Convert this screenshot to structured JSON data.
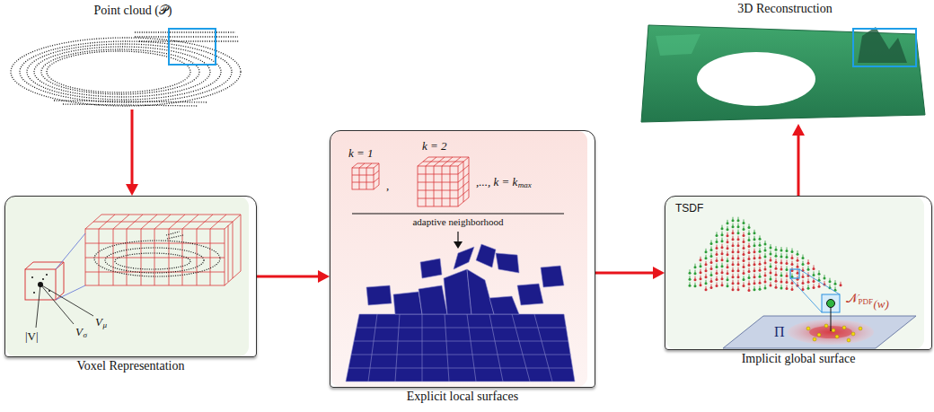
{
  "diagram": {
    "nodes": [
      {
        "text": [
          "Point cloud (𝒫)"
        ]
      },
      {
        "text": [
          "3D Reconstruction"
        ]
      },
      {
        "text": [
          "Voxel Representation"
        ]
      },
      {
        "text": [
          "Explicit local surfaces"
        ]
      },
      {
        "text": [
          "Implicit global surface"
        ]
      }
    ],
    "edges": [
      {
        "from": 0,
        "to": 2,
        "arrow": "to"
      },
      {
        "from": 2,
        "to": 3,
        "arrow": "to"
      },
      {
        "from": 3,
        "to": 4,
        "arrow": "to"
      },
      {
        "from": 4,
        "to": 1,
        "arrow": "to"
      }
    ],
    "labels": [
      "|V|",
      "V",
      "σ",
      "V",
      "μ",
      "k = 1",
      ",",
      "k = 2",
      ",..., k = k",
      "max",
      "adaptive neighborhood",
      "TSDF",
      "𝒩",
      "PDF",
      "(w)",
      "Π"
    ]
  }
}
